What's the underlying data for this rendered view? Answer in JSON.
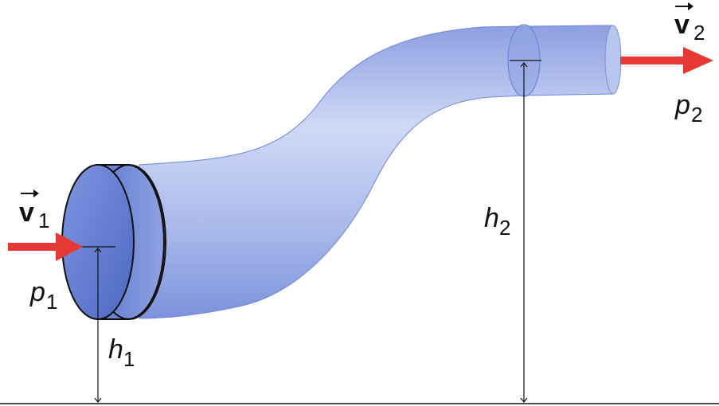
{
  "diagram": {
    "labels": {
      "v1": {
        "symbol": "v",
        "subscript": "1"
      },
      "v2": {
        "symbol": "v",
        "subscript": "2"
      },
      "p1": {
        "symbol": "p",
        "subscript": "1"
      },
      "p2": {
        "symbol": "p",
        "subscript": "2"
      },
      "h1": {
        "symbol": "h",
        "subscript": "1"
      },
      "h2": {
        "symbol": "h",
        "subscript": "2"
      }
    },
    "colors": {
      "arrow": "#e53935",
      "pipe_light": "#c9d4f4",
      "pipe_mid": "#9fb0e6",
      "pipe_dark": "#6f86d8",
      "end_face": "#5f79cf",
      "outline": "#111111"
    }
  }
}
